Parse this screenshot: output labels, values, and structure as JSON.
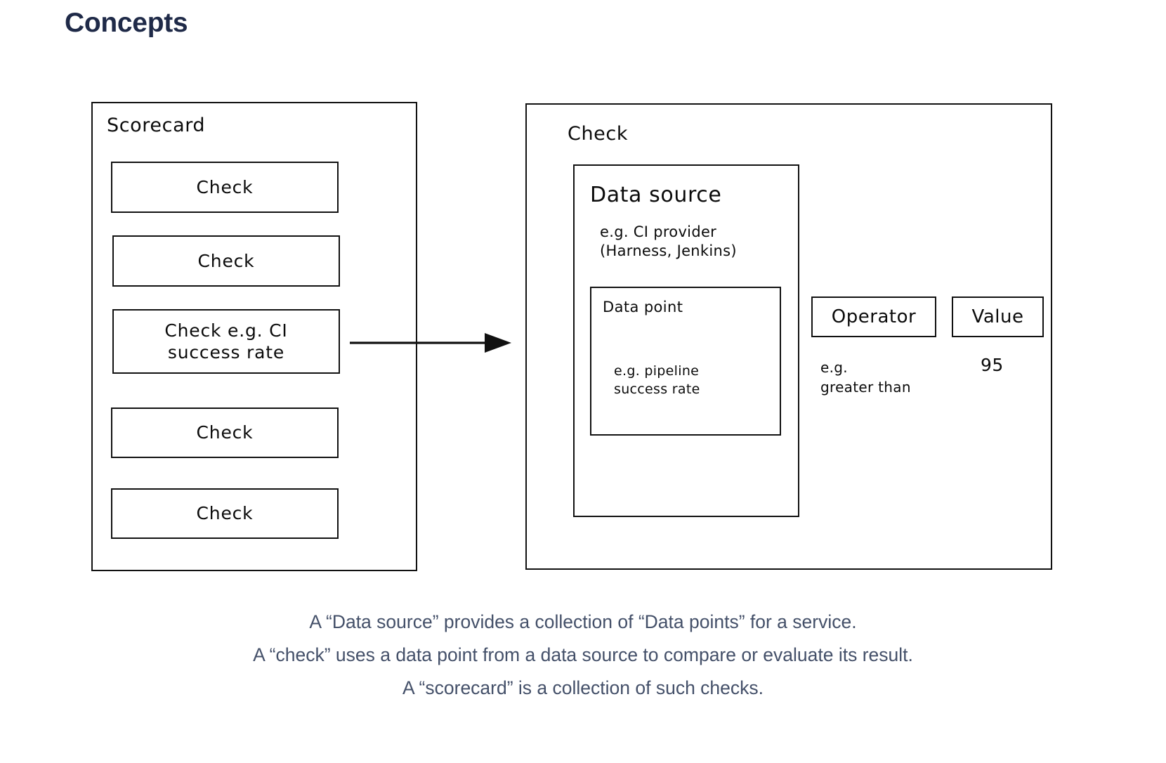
{
  "page": {
    "title": "Concepts",
    "title_color": "#1f2a48",
    "caption_color": "#445069",
    "stroke_color": "#111111",
    "background": "#ffffff"
  },
  "scorecard": {
    "label": "Scorecard",
    "checks": [
      {
        "label": "Check"
      },
      {
        "label": "Check"
      },
      {
        "label": "Check e.g. CI\nsuccess rate"
      },
      {
        "label": "Check"
      },
      {
        "label": "Check"
      }
    ]
  },
  "arrow": {
    "name": "flow-arrow",
    "direction": "right"
  },
  "check_panel": {
    "label": "Check",
    "data_source": {
      "label": "Data source",
      "note": "e.g. CI provider\n(Harness, Jenkins)",
      "data_point": {
        "label": "Data point",
        "note": "e.g. pipeline\nsuccess rate"
      }
    },
    "operator": {
      "label": "Operator",
      "note": "e.g.\ngreater than"
    },
    "value": {
      "label": "Value",
      "note": "95"
    }
  },
  "caption": {
    "line1": "A “Data source” provides a collection of “Data points” for a service.",
    "line2": "A “check” uses a data point from a data source to compare or evaluate its result.",
    "line3": "A “scorecard” is a collection of such checks."
  }
}
